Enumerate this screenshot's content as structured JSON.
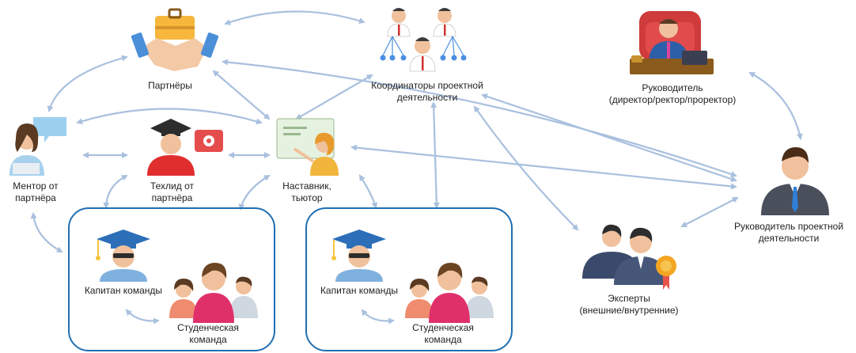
{
  "nodes": {
    "partners": {
      "label": "Партнёры",
      "icon": "handshake-icon"
    },
    "coordinators": {
      "label": "Координаторы проектной\nдеятельности",
      "icon": "hierarchy-people-icon"
    },
    "director": {
      "label": "Руководитель\n(директор/ректор/проректор)",
      "icon": "director-at-desk-icon"
    },
    "mentor": {
      "label": "Ментор от\nпартнёра",
      "icon": "woman-speech-bubble-icon"
    },
    "techlead": {
      "label": "Техлид от\nпартнёра",
      "icon": "graduate-gear-icon"
    },
    "tutor": {
      "label": "Наставник,\nтьютор",
      "icon": "teacher-board-icon"
    },
    "project_lead": {
      "label": "Руководитель проектной\nдеятельности",
      "icon": "businessman-icon"
    },
    "experts": {
      "label": "Эксперты\n(внешние/внутренние)",
      "icon": "experts-award-icon"
    }
  },
  "teams": [
    {
      "captain_label": "Капитан команды",
      "team_label": "Студенческая\nкоманда"
    },
    {
      "captain_label": "Капитан команды",
      "team_label": "Студенческая\nкоманда"
    }
  ],
  "colors": {
    "arrow": "#a9c0de",
    "team_border": "#1f6fb2",
    "text": "#222222"
  }
}
